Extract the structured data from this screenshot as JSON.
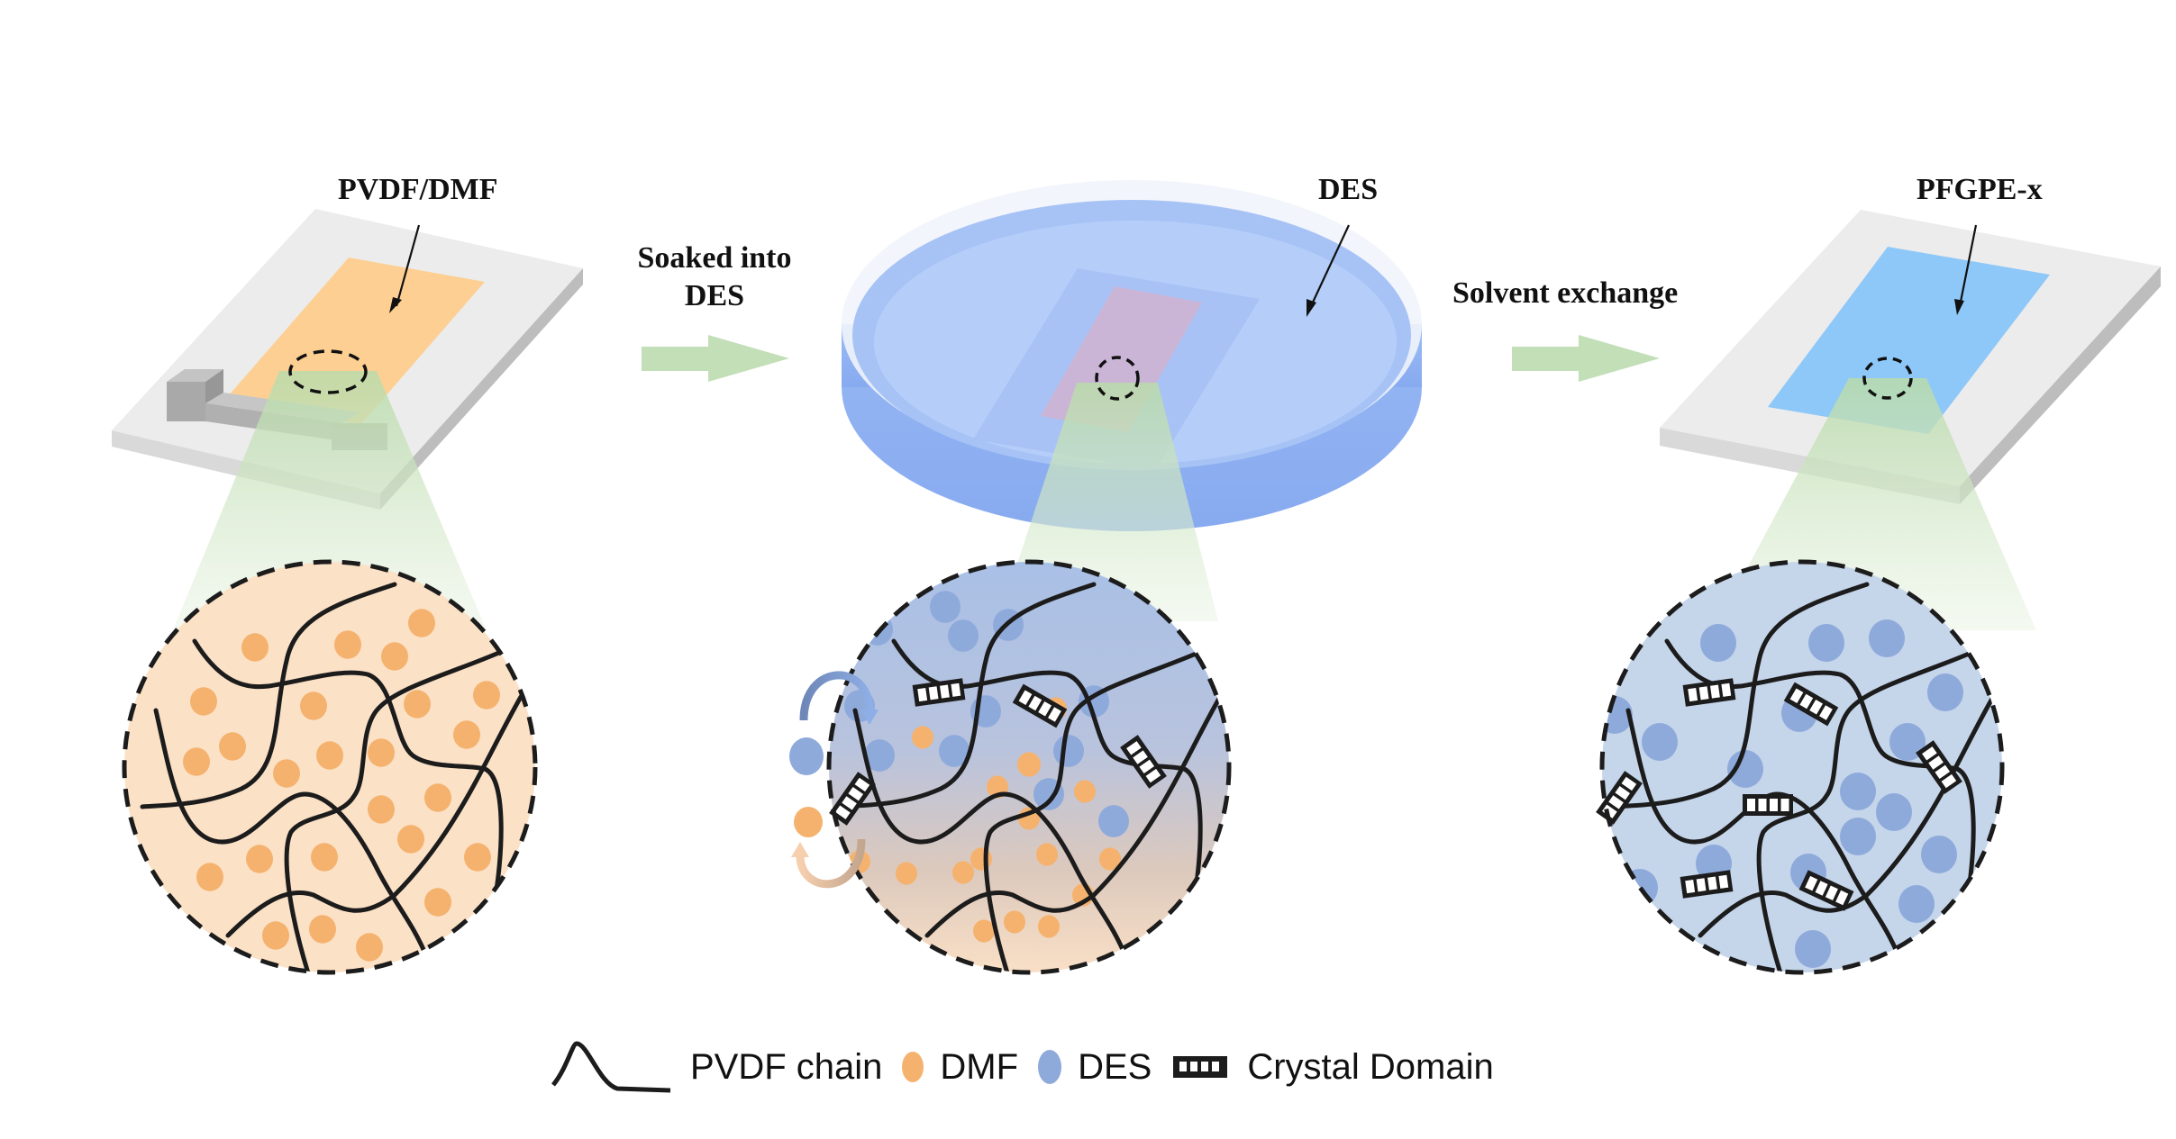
{
  "figure": {
    "stages": [
      {
        "id": "pvdf-dmf",
        "label": "PVDF/DMF"
      },
      {
        "id": "des-bath",
        "label": "DES"
      },
      {
        "id": "pfgpe",
        "label": "PFGPE-x"
      }
    ],
    "steps": [
      {
        "id": "soak",
        "label_line1": "Soaked into",
        "label_line2": "DES"
      },
      {
        "id": "exchange",
        "label": "Solvent exchange"
      }
    ],
    "legend": [
      {
        "id": "pvdf-chain",
        "label": "PVDF chain",
        "icon": "wave-line-icon"
      },
      {
        "id": "dmf",
        "label": "DMF",
        "icon": "orange-dot-icon"
      },
      {
        "id": "des",
        "label": "DES",
        "icon": "blue-dot-icon"
      },
      {
        "id": "crystal-domain",
        "label": "Crystal Domain",
        "icon": "crystal-domain-icon"
      }
    ],
    "colors": {
      "dmf": "#f5b26e",
      "des": "#8eaadb",
      "pvdf_film": "#fdcf92",
      "pfgpe_film": "#8ec8f8",
      "dish": "#a8c4f5",
      "arrow": "#c2dfb7",
      "glass": "#e6e6e6",
      "circle_orange_bg": "#fbe1c6",
      "circle_blue_bg": "#c5d5ea",
      "chain": "#1c1c1c"
    }
  }
}
